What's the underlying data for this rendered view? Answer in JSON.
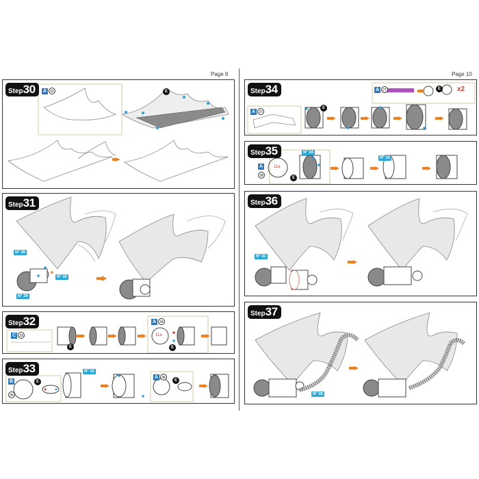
{
  "pages": {
    "left": "Page 9",
    "right": "Page 10"
  },
  "steps": {
    "s30": {
      "word": "Step",
      "num": "30",
      "part_letter": "A",
      "part_num": "32",
      "marker": "E"
    },
    "s31": {
      "word": "Step",
      "num": "31",
      "tag1": "28",
      "tag2": "29",
      "tag3": "30"
    },
    "s32": {
      "word": "Step",
      "num": "32",
      "part_letter1": "C",
      "part_num1": "33",
      "marker1": "E",
      "part_letter2": "A",
      "part_num2": "34",
      "marker2": "E",
      "inner_label": "11a"
    },
    "s33": {
      "word": "Step",
      "num": "33",
      "part_letter1": "B",
      "part_num1": "35",
      "marker1": "E",
      "tag": "32",
      "part_letter2": "A",
      "part_num2": "36",
      "marker2": "E"
    },
    "s34": {
      "word": "Step",
      "num": "34",
      "part_letter1": "A",
      "part_num1": "37",
      "part_letter2": "A",
      "part_num2": "27",
      "marker": "E",
      "qty": "x2",
      "marker2": "E"
    },
    "s35": {
      "word": "Step",
      "num": "35",
      "part_letter": "A",
      "part_num": "38",
      "tag1": "34",
      "tag2": "33",
      "marker": "E",
      "inner_label": "11a"
    },
    "s36": {
      "word": "Step",
      "num": "36",
      "tag": "31"
    },
    "s37": {
      "word": "Step",
      "num": "37",
      "tag": "38"
    }
  },
  "colors": {
    "accent": "#f0801e",
    "tag_blue": "#2aa6d9",
    "part_blue": "#2a7bc4",
    "dot_blue": "#2a9fe0",
    "red": "#e03c2e",
    "purple": "#b04fc0",
    "gray_fill": "#8a8a8a",
    "wing_fill": "#e8e8e8"
  }
}
